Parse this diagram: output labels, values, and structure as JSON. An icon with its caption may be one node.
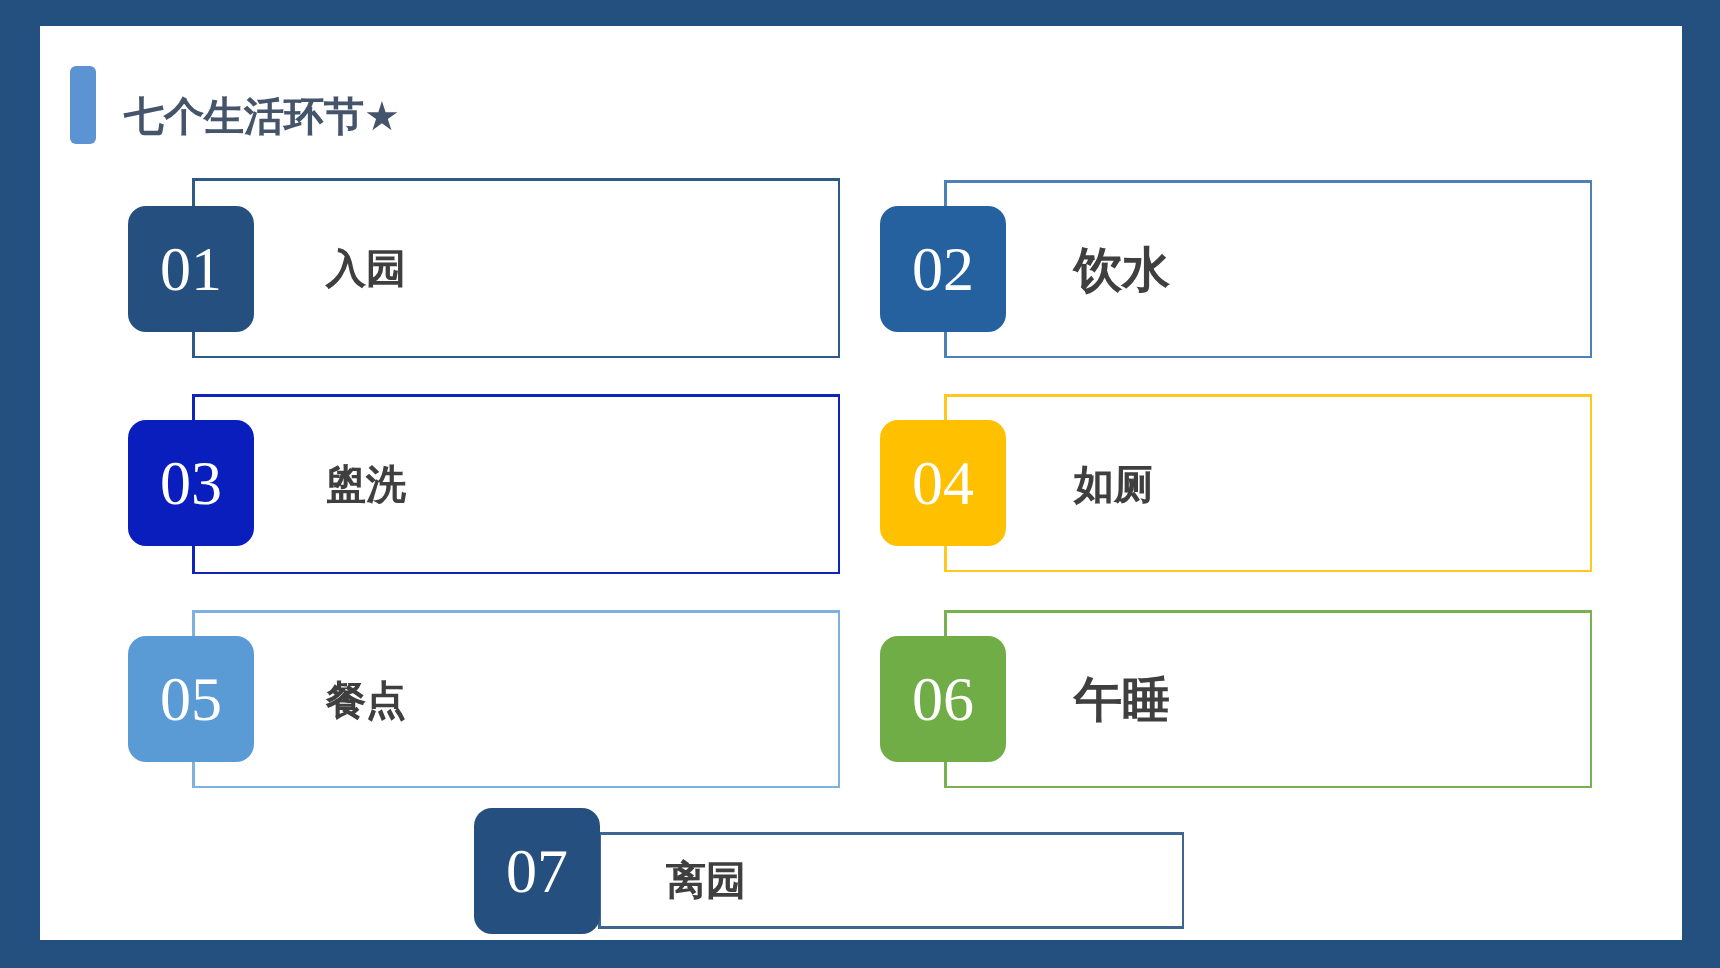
{
  "diagram": {
    "title": "七个生活环节★",
    "nodes": [
      {
        "text": [
          "01",
          "入园"
        ]
      },
      {
        "text": [
          "02",
          "饮水"
        ]
      },
      {
        "text": [
          "03",
          "盥洗"
        ]
      },
      {
        "text": [
          "04",
          "如厕"
        ]
      },
      {
        "text": [
          "05",
          "餐点"
        ]
      },
      {
        "text": [
          "06",
          "午睡"
        ]
      },
      {
        "text": [
          "07",
          "离园"
        ]
      }
    ]
  }
}
